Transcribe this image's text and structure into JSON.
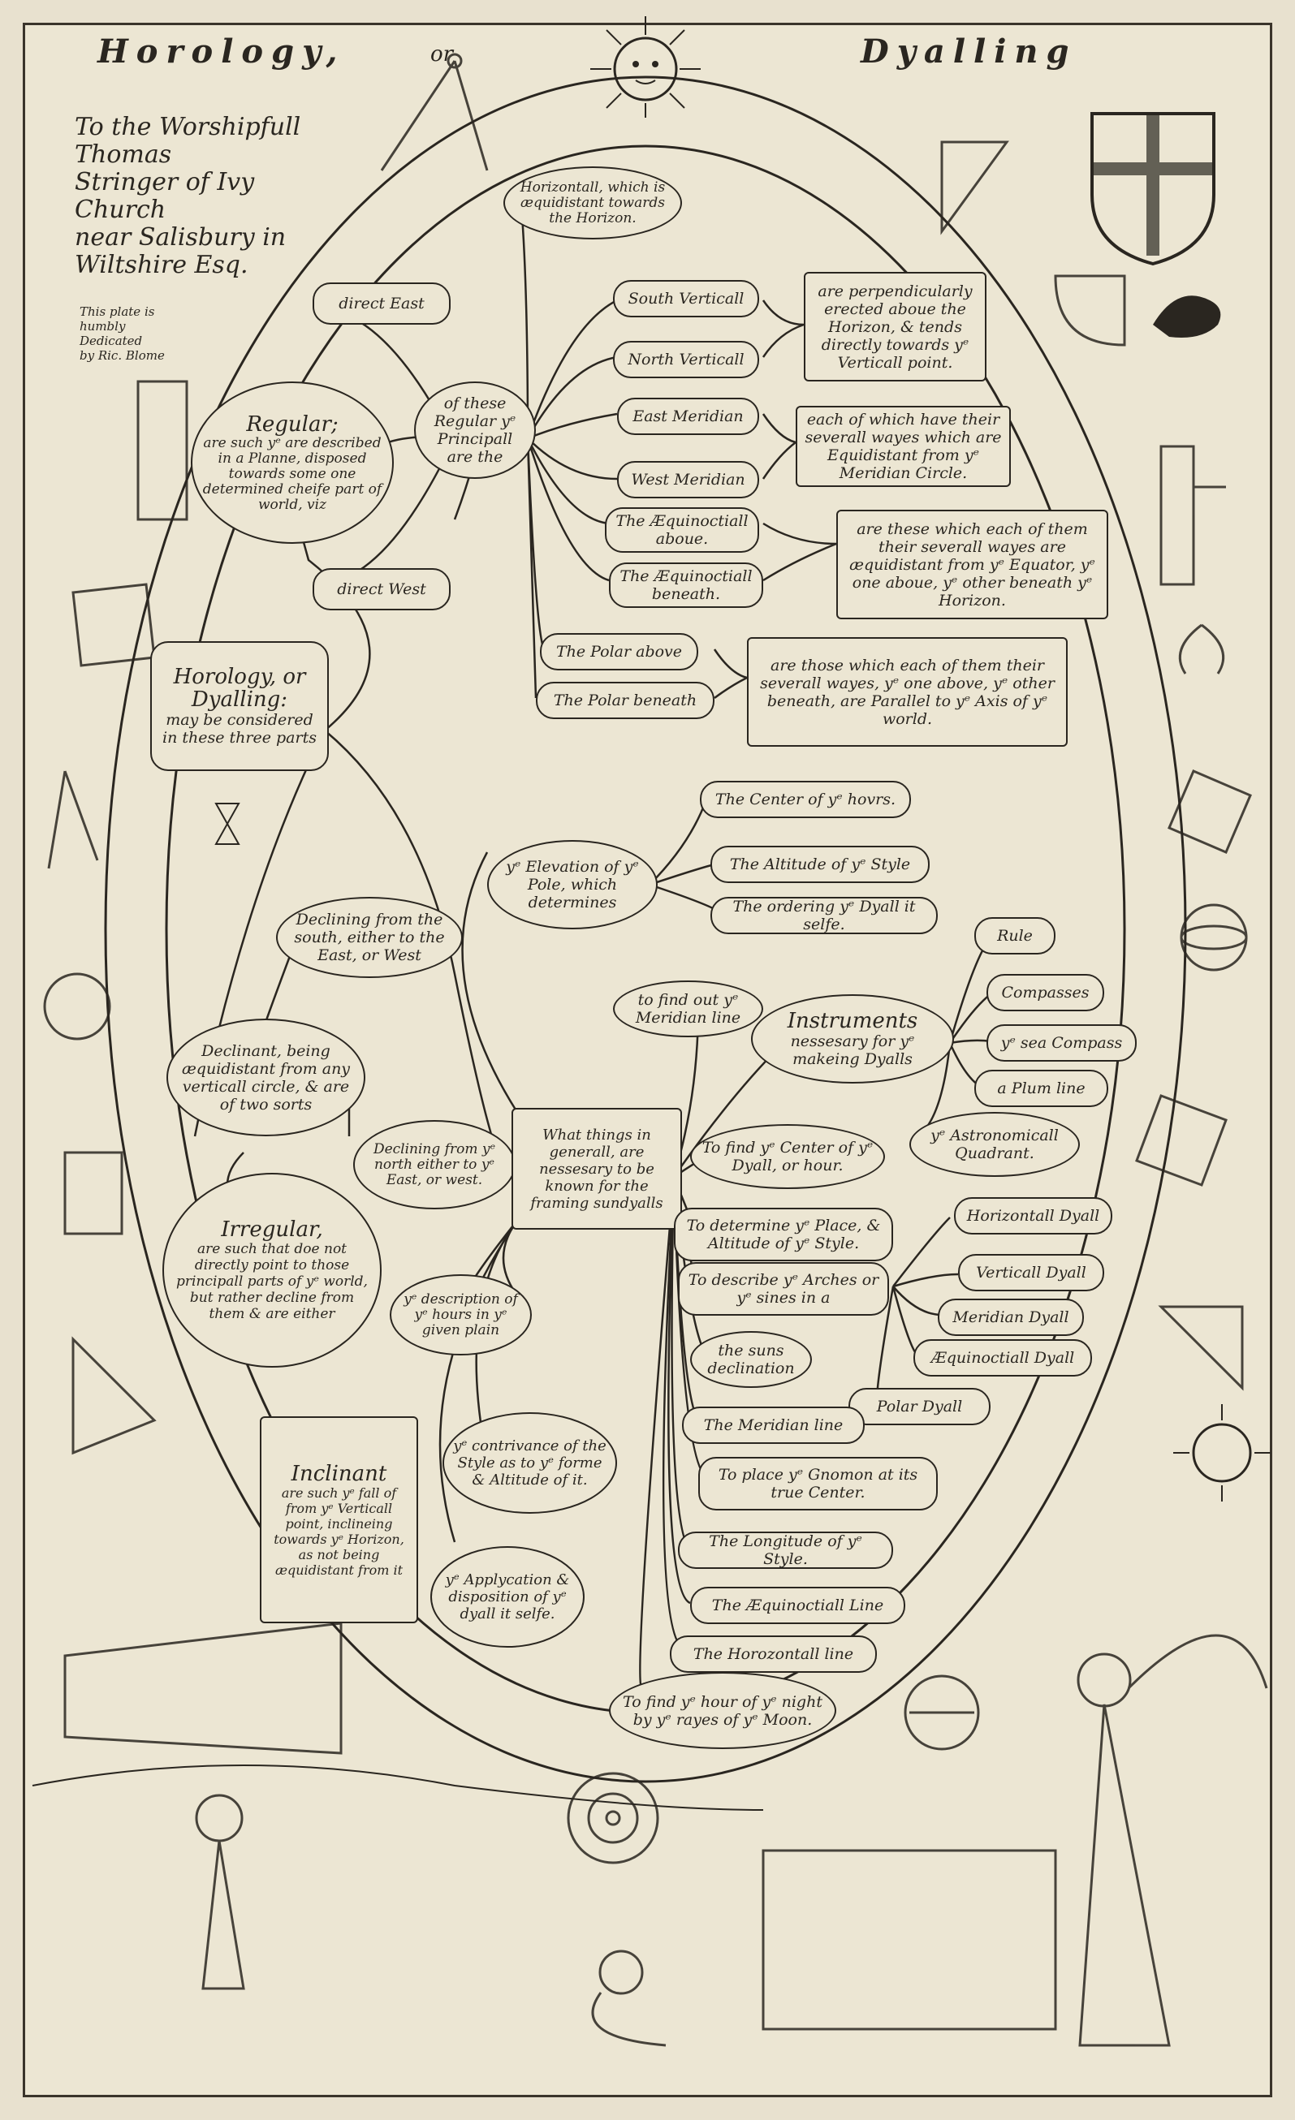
{
  "header": {
    "title_left": "Horology,",
    "title_or": "or",
    "title_right": "Dyalling"
  },
  "dedication": {
    "line1": "To the Worshipfull Thomas",
    "line2": "Stringer of Ivy Church",
    "line3": "near Salisbury in",
    "line4": "Wiltshire Esq.",
    "plate_line1": "This plate is",
    "plate_line2": "humbly Dedicated",
    "plate_line3": "by Ric. Blome"
  },
  "root": {
    "line1": "Horology, or",
    "line2": "Dyalling:",
    "line3": "may be considered",
    "line4": "in these three parts"
  },
  "nodes": {
    "horizontall": "Horizontall, which is æquidistant towards the Horizon.",
    "direct_east": "direct East",
    "direct_west": "direct West",
    "regular": "Regular;",
    "regular_desc": "are such yᵉ are described in a Planne, disposed towards some one determined cheife part of world, viz",
    "of_these": "of these Regular yᵉ Principall are the",
    "south_verticall": "South Verticall",
    "north_verticall": "North Verticall",
    "east_meridian": "East Meridian",
    "west_meridian": "West Meridian",
    "aequ_above": "The Æquinoctiall aboue.",
    "aequ_beneath": "The Æquinoctiall beneath.",
    "polar_above": "The Polar above",
    "polar_beneath": "The Polar beneath",
    "box_vertical": "are perpendicularly erected aboue the Horizon, & tends directly towards yᵉ Verticall point.",
    "box_meridian": "each of which have their severall wayes which are Equidistant from yᵉ Meridian Circle.",
    "box_equator": "are these which each of them their severall wayes are æquidistant from yᵉ Equator, yᵉ one aboue, yᵉ other beneath yᵉ Horizon.",
    "box_polar": "are those which each of them their severall wayes, yᵉ one above, yᵉ other beneath, are Parallel to yᵉ Axis of yᵉ world.",
    "elevation": "yᵉ Elevation of yᵉ Pole, which determines",
    "center_hours": "The Center of yᵉ hovrs.",
    "altitude_style": "The Altitude of yᵉ Style",
    "ordering": "The ordering yᵉ Dyall it selfe.",
    "declining_south": "Declining from the south, either to the East, or West",
    "declinant": "Declinant, being æquidistant from any verticall circle, & are of two sorts",
    "declining_north": "Declining from yᵉ north either to yᵉ East, or west.",
    "irregular": "Irregular,",
    "irregular_desc": "are such that doe not directly point to those principall parts of yᵉ world, but rather decline from them & are either",
    "meridian_line_find": "to find out yᵉ Meridian line",
    "instruments": "Instruments",
    "instruments_desc": "nessesary for yᵉ makeing Dyalls",
    "rule": "Rule",
    "compasses": "Compasses",
    "sea_compass": "yᵉ sea Compass",
    "plum_line": "a Plum line",
    "quadrant": "yᵉ Astronomicall Quadrant.",
    "what_things": "What things in generall, are nessesary to be known for the framing sundyalls",
    "find_center": "To find yᵉ Center of yᵉ Dyall, or hour.",
    "determine_place": "To determine yᵉ Place, & Altitude of yᵉ Style.",
    "describe_arches": "To describe yᵉ Arches or yᵉ sines in a",
    "horizontall_dyall": "Horizontall Dyall",
    "verticall_dyall": "Verticall Dyall",
    "meridian_dyall": "Meridian Dyall",
    "aequ_dyall": "Æquinoctiall Dyall",
    "polar_dyall": "Polar Dyall",
    "description_hours": "yᵉ description of yᵉ hours in yᵉ given plain",
    "suns_declination": "the suns declination",
    "meridian_line": "The Meridian line",
    "gnomon": "To place yᵉ Gnomon at its true Center.",
    "inclinant": "Inclinant",
    "inclinant_desc": "are such yᵉ fall of from yᵉ Verticall point, inclineing towards yᵉ Horizon, as not being æquidistant from it",
    "contrivance": "yᵉ contrivance of the Style as to yᵉ forme & Altitude of it.",
    "longitude": "The Longitude of yᵉ Style.",
    "aequ_line": "The Æquinoctiall Line",
    "horizontall_line": "The Horozontall line",
    "application": "yᵉ Applycation & disposition of yᵉ dyall it selfe.",
    "hour_night": "To find yᵉ hour of yᵉ night by yᵉ rayes of yᵉ Moon."
  }
}
